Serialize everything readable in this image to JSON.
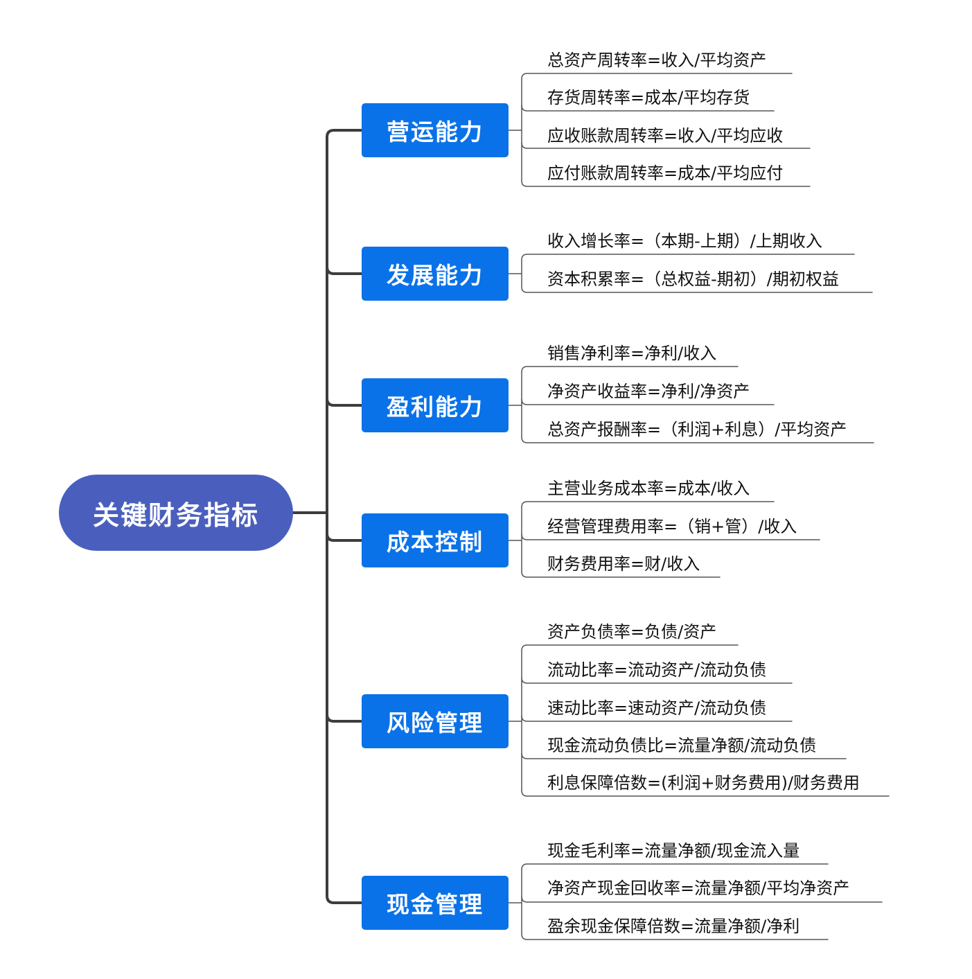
{
  "colors": {
    "root_fill": "#4a5fbd",
    "branch_fill": "#0a72e8",
    "connector": "#3d3d3d",
    "leaf_line": "#555555",
    "text_light": "#ffffff",
    "text_dark": "#111111"
  },
  "root": {
    "label": "关键财务指标"
  },
  "branches": [
    {
      "label": "营运能力",
      "items": [
        "总资产周转率=收入/平均资产",
        "存货周转率=成本/平均存货",
        "应收账款周转率=收入/平均应收",
        "应付账款周转率=成本/平均应付"
      ]
    },
    {
      "label": "发展能力",
      "items": [
        "收入增长率=（本期-上期）/上期收入",
        "资本积累率=（总权益-期初）/期初权益"
      ]
    },
    {
      "label": "盈利能力",
      "items": [
        "销售净利率=净利/收入",
        "净资产收益率=净利/净资产",
        "总资产报酬率=（利润+利息）/平均资产"
      ]
    },
    {
      "label": "成本控制",
      "items": [
        "主营业务成本率=成本/收入",
        "经营管理费用率=（销+管）/收入",
        "财务费用率=财/收入"
      ]
    },
    {
      "label": "风险管理",
      "items": [
        "资产负债率=负债/资产",
        "流动比率=流动资产/流动负债",
        "速动比率=速动资产/流动负债",
        "现金流动负债比=流量净额/流动负债",
        "利息保障倍数=(利润+财务费用)/财务费用"
      ]
    },
    {
      "label": "现金管理",
      "items": [
        "现金毛利率=流量净额/现金流入量",
        "净资产现金回收率=流量净额/平均净资产",
        "盈余现金保障倍数=流量净额/净利"
      ]
    }
  ]
}
